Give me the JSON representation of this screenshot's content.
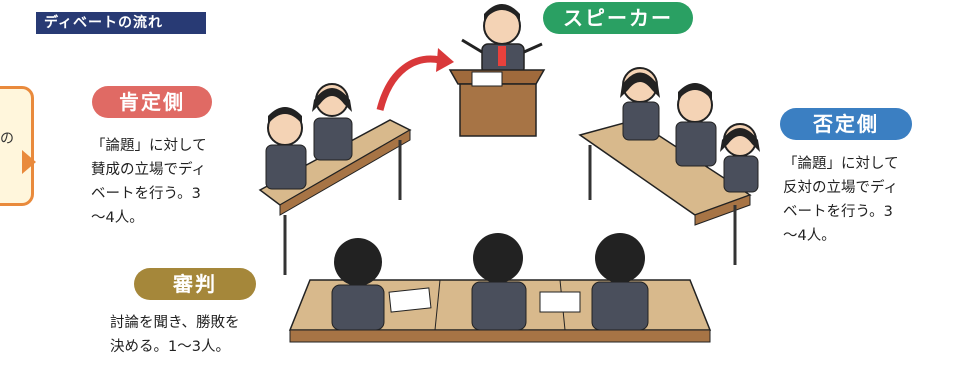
{
  "header": {
    "title": "ディベートの流れ"
  },
  "bubble": {
    "text": "の"
  },
  "roles": {
    "speaker": {
      "label": "スピーカー",
      "color": "#2aa063"
    },
    "affirmative": {
      "label": "肯定側",
      "color": "#e06a64",
      "description": "「論題」に対して\n賛成の立場でディ\nベートを行う。3\n〜4人。"
    },
    "negative": {
      "label": "否定側",
      "color": "#3b7fc2",
      "description": "「論題」に対して\n反対の立場でディ\nベートを行う。3\n〜4人。"
    },
    "judge": {
      "label": "審判",
      "color": "#a5873a",
      "description": "討論を聞き、勝敗を\n決める。1〜3人。"
    }
  },
  "colors": {
    "header_bg": "#283a74",
    "bubble_border": "#e98a3c",
    "arrow": "#d9383a"
  }
}
